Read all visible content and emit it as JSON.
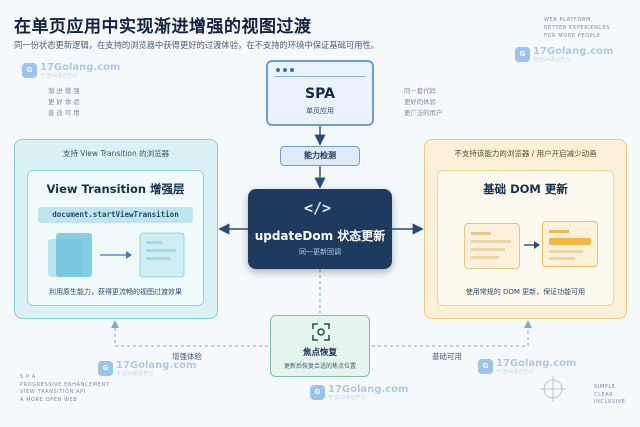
{
  "title": "在单页应用中实现渐进增强的视图过渡",
  "subtitle": "同一份状态更新逻辑，在支持的浏览器中获得更好的过渡体验，在不支持的环境中保证基础可用性。",
  "top_right_note": "WEB PLATFORM\nBETTER EXPERIENCES\nFOR MORE PEOPLE",
  "left_notes": "渐 进 增 强\n更 好 体 验\n普 适 可 用",
  "right_notes": "同一套代码\n更好的体验\n更广泛的用户",
  "bottom_left_note": "S P A\nPROGRESSIVE ENHANCEMENT\nVIEW TRANSITION API\nA MORE OPEN WEB",
  "bottom_right_note": "SIMPLE\nCLEAR\nINCLUSIVE",
  "watermark": {
    "text": "17Golang.com",
    "sub": "专注Go语言学习",
    "logo": "gopher"
  },
  "spa": {
    "title": "SPA",
    "subtitle": "单页应用"
  },
  "detect": {
    "label": "能力检测"
  },
  "center": {
    "icon": "code-icon",
    "title": "updateDom 状态更新",
    "subtitle": "同一更新回调"
  },
  "left_panel": {
    "header": "支持 View Transition 的浏览器",
    "title": "View Transition 增强层",
    "api": "document.startViewTransition",
    "caption": "利用原生能力，获得更流畅的视图过渡效果"
  },
  "right_panel": {
    "header": "不支持该能力的浏览器 / 用户开启减少动画",
    "title": "基础 DOM 更新",
    "caption": "使用常规的 DOM 更新，保证功能可用"
  },
  "focus": {
    "icon": "focus-icon",
    "title": "焦点恢复",
    "subtitle": "更新后恢复合适的焦点位置"
  },
  "flows": {
    "left": "增强体验",
    "right": "基础可用"
  },
  "colors": {
    "enhanced": "#7fcfd8",
    "baseline": "#efcb7a",
    "center": "#1f3a5f",
    "focus": "#7ec3a3",
    "spa": "#6f9bd3"
  }
}
